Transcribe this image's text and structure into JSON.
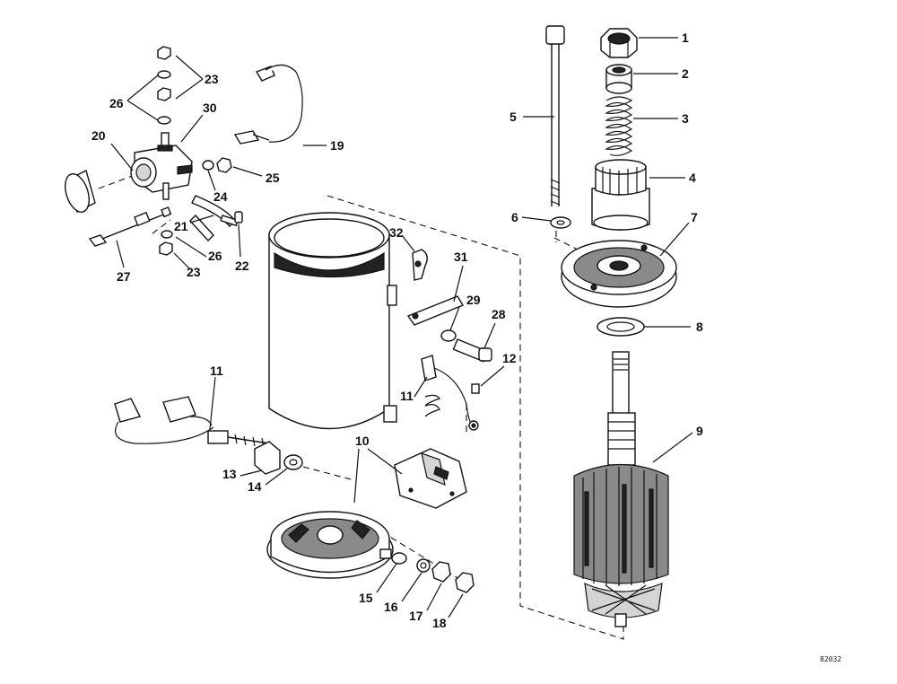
{
  "figure_code": "82032",
  "parts": [
    {
      "ref": "1",
      "label": "1"
    },
    {
      "ref": "2",
      "label": "2"
    },
    {
      "ref": "3",
      "label": "3"
    },
    {
      "ref": "4",
      "label": "4"
    },
    {
      "ref": "5",
      "label": "5"
    },
    {
      "ref": "6",
      "label": "6"
    },
    {
      "ref": "7",
      "label": "7"
    },
    {
      "ref": "8",
      "label": "8"
    },
    {
      "ref": "9",
      "label": "9"
    },
    {
      "ref": "10",
      "label": "10"
    },
    {
      "ref": "11a",
      "label": "11"
    },
    {
      "ref": "11b",
      "label": "11"
    },
    {
      "ref": "12",
      "label": "12"
    },
    {
      "ref": "13",
      "label": "13"
    },
    {
      "ref": "14",
      "label": "14"
    },
    {
      "ref": "15",
      "label": "15"
    },
    {
      "ref": "16",
      "label": "16"
    },
    {
      "ref": "17",
      "label": "17"
    },
    {
      "ref": "18",
      "label": "18"
    },
    {
      "ref": "19",
      "label": "19"
    },
    {
      "ref": "20",
      "label": "20"
    },
    {
      "ref": "21",
      "label": "21"
    },
    {
      "ref": "22",
      "label": "22"
    },
    {
      "ref": "23a",
      "label": "23"
    },
    {
      "ref": "23b",
      "label": "23"
    },
    {
      "ref": "24",
      "label": "24"
    },
    {
      "ref": "25",
      "label": "25"
    },
    {
      "ref": "26a",
      "label": "26"
    },
    {
      "ref": "26b",
      "label": "26"
    },
    {
      "ref": "27",
      "label": "27"
    },
    {
      "ref": "28",
      "label": "28"
    },
    {
      "ref": "29",
      "label": "29"
    },
    {
      "ref": "30",
      "label": "30"
    },
    {
      "ref": "31",
      "label": "31"
    },
    {
      "ref": "32",
      "label": "32"
    }
  ]
}
